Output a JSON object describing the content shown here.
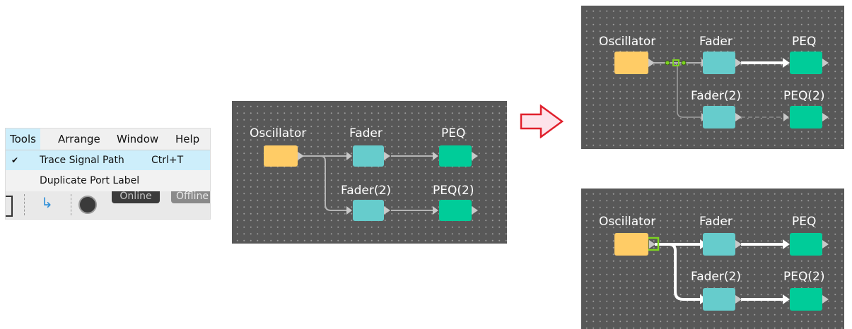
{
  "menu": {
    "menubar": [
      "Tools",
      "Arrange",
      "Window",
      "Help"
    ],
    "items": [
      {
        "check": "✔",
        "label": "Trace Signal Path",
        "shortcut": "Ctrl+T"
      },
      {
        "check": "",
        "label": "Duplicate Port Label",
        "shortcut": ""
      }
    ],
    "toolbar": {
      "online_label": "Online",
      "offline_label": "Offline"
    }
  },
  "blocks": {
    "oscillator": "Oscillator",
    "fader": "Fader",
    "peq": "PEQ",
    "fader2": "Fader(2)",
    "peq2": "PEQ(2)"
  },
  "colors": {
    "canvas": "#585858",
    "oscillator": "#ffcc66",
    "fader": "#66cccc",
    "peq": "#00cc99",
    "traced_wire": "#ffffff",
    "normal_wire": "#b4b4b4",
    "selection": "#7dd321",
    "arrow_fill": "#fde3ea",
    "arrow_stroke": "#e0202c"
  }
}
